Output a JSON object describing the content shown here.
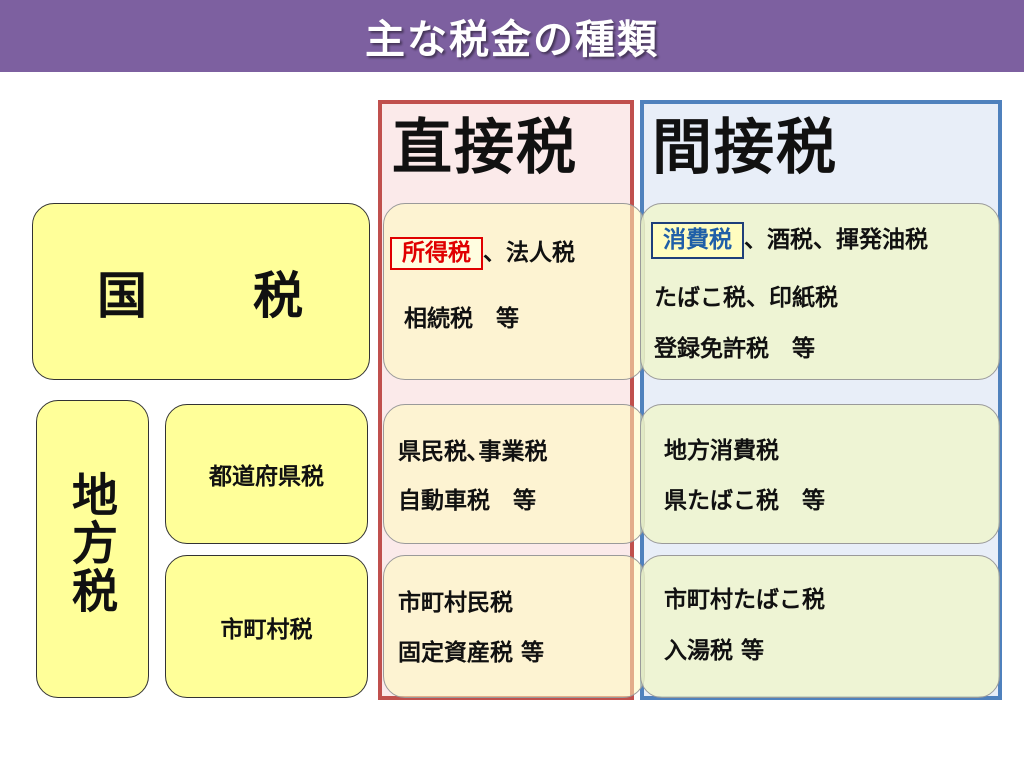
{
  "title": "主な税金の種類",
  "columns": {
    "direct": "直接税",
    "indirect": "間接税"
  },
  "rows": {
    "national": {
      "label": "国　　税",
      "direct": {
        "highlight": "所得税",
        "line1_rest": "、法人税",
        "line2": "相続税　等"
      },
      "indirect": {
        "highlight": "消費税",
        "line1_rest": "、酒税、揮発油税",
        "line2": "たばこ税、印紙税",
        "line3": "登録免許税　等"
      }
    },
    "local": {
      "label": "地方税",
      "prefectural": {
        "label": "都道府県税",
        "direct": {
          "line1": "県民税､事業税",
          "line2": "自動車税　等"
        },
        "indirect": {
          "line1": "地方消費税",
          "line2": "県たばこ税　等"
        }
      },
      "municipal": {
        "label": "市町村税",
        "direct": {
          "line1": "市町村民税",
          "line2": "固定資産税 等"
        },
        "indirect": {
          "line1": "市町村たばこ税",
          "line2": "入湯税 等"
        }
      }
    }
  },
  "colors": {
    "title_bg": "#7d60a0",
    "direct_border": "#c0504d",
    "indirect_border": "#4f81bd",
    "box_fill": "#ffff99",
    "highlight_red": "#e00000",
    "highlight_blue": "#1f5fa8"
  }
}
